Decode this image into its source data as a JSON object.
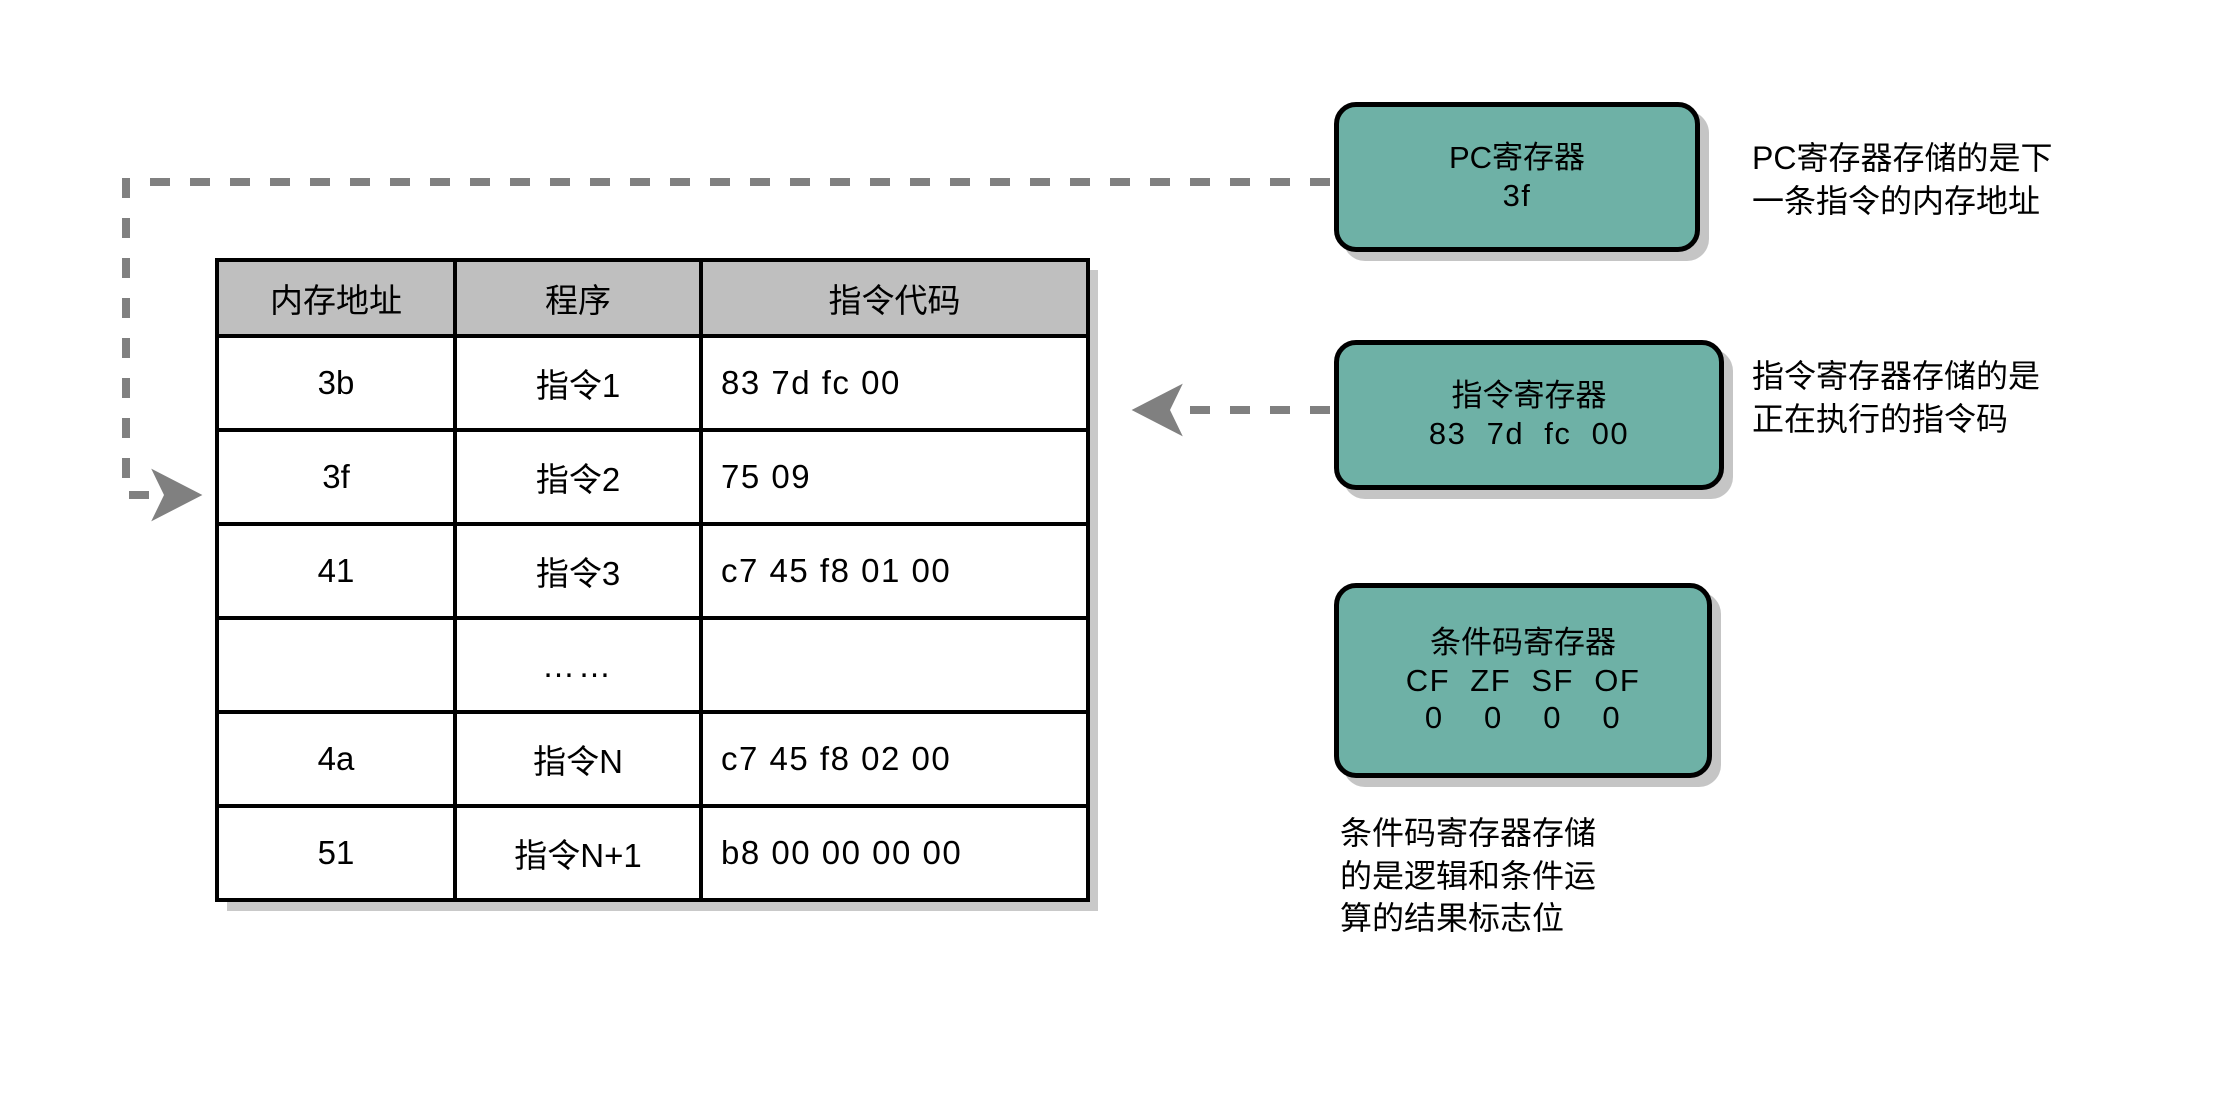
{
  "diagram": {
    "title_not_shown": "",
    "table": {
      "columns": [
        "内存地址",
        "程序",
        "指令代码"
      ],
      "rows": [
        {
          "address": "3b",
          "program": "指令1",
          "code": "83  7d  fc  00"
        },
        {
          "address": "3f",
          "program": "指令2",
          "code": "75  09"
        },
        {
          "address": "41",
          "program": "指令3",
          "code": "c7  45  f8  01  00"
        },
        {
          "address": "",
          "program": "……",
          "code": ""
        },
        {
          "address": "4a",
          "program": "指令N",
          "code": "c7  45  f8  02  00"
        },
        {
          "address": "51",
          "program": "指令N+1",
          "code": "b8  00  00  00  00"
        }
      ]
    },
    "registers": [
      {
        "name": "pc",
        "title": "PC寄存器",
        "value": "3f"
      },
      {
        "name": "instr",
        "title": "指令寄存器",
        "value": "83  7d  fc  00"
      },
      {
        "name": "cc",
        "title": "条件码寄存器",
        "flags": "CF  ZF  SF  OF",
        "values": "0    0    0    0"
      }
    ],
    "notes": [
      {
        "name": "pc",
        "text": "PC寄存器存储的是下\n一条指令的内存地址"
      },
      {
        "name": "instr",
        "text": "指令寄存器存储的是\n正在执行的指令码"
      },
      {
        "name": "cc",
        "text": "条件码寄存器存储\n的是逻辑和条件运\n算的结果标志位"
      }
    ],
    "connectors": [
      {
        "name": "pc-to-address-3f",
        "from": "PC寄存器",
        "to": "内存地址 3f 行",
        "style": "dashed",
        "arrow": "right"
      },
      {
        "name": "instruction-register-to-code-row",
        "from": "指令寄存器",
        "to": "指令代码 83 7d fc 00 行",
        "style": "dashed",
        "arrow": "left"
      }
    ],
    "colors": {
      "register_fill": "#6eb1a6",
      "table_header_fill": "#bfbfbf",
      "connector": "#808080",
      "shadow": "#c9c9c9",
      "outline": "#000000"
    }
  }
}
